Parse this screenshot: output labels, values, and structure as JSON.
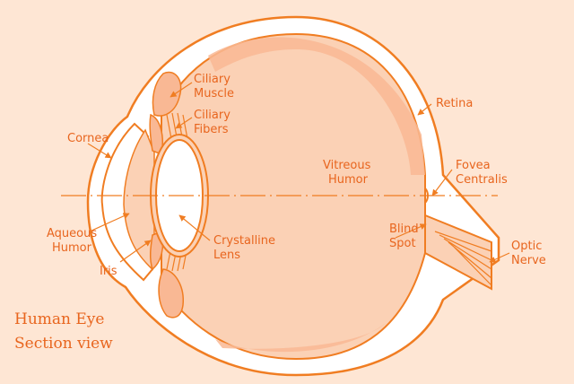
{
  "diagram": {
    "colors": {
      "background": "#fee6d4",
      "stroke": "#f07d22",
      "light_fill": "#fbd1b5",
      "white": "#ffffff",
      "label": "#e8651e"
    },
    "labels": {
      "ciliary_muscle": [
        "Ciliary",
        "Muscle"
      ],
      "ciliary_fibers": [
        "Ciliary",
        "Fibers"
      ],
      "cornea": "Cornea",
      "retina": "Retina",
      "vitreous_humor": [
        "Vitreous",
        "Humor"
      ],
      "fovea_centralis": [
        "Fovea",
        "Centralis"
      ],
      "aqueous_humor": [
        "Aqueous",
        "Humor"
      ],
      "blind_spot": [
        "Blind",
        "Spot"
      ],
      "optic_nerve": [
        "Optic",
        "Nerve"
      ],
      "iris": "Iris",
      "crystalline_lens": [
        "Crystalline",
        "Lens"
      ]
    },
    "title": [
      "Human Eye",
      "Section view"
    ]
  }
}
